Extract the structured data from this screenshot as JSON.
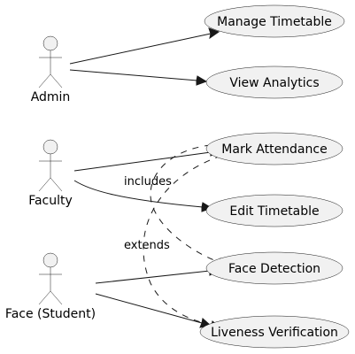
{
  "actors": {
    "admin": "Admin",
    "faculty": "Faculty",
    "student": "Face (Student)"
  },
  "use_cases": {
    "manage_timetable": "Manage Timetable",
    "view_analytics": "View Analytics",
    "mark_attendance": "Mark Attendance",
    "edit_timetable": "Edit Timetable",
    "face_detection": "Face Detection",
    "liveness_verification": "Liveness Verification"
  },
  "relations": {
    "includes": "includes",
    "extends": "extends"
  },
  "colors": {
    "fill": "#f1f1f1",
    "stroke": "#181818"
  }
}
